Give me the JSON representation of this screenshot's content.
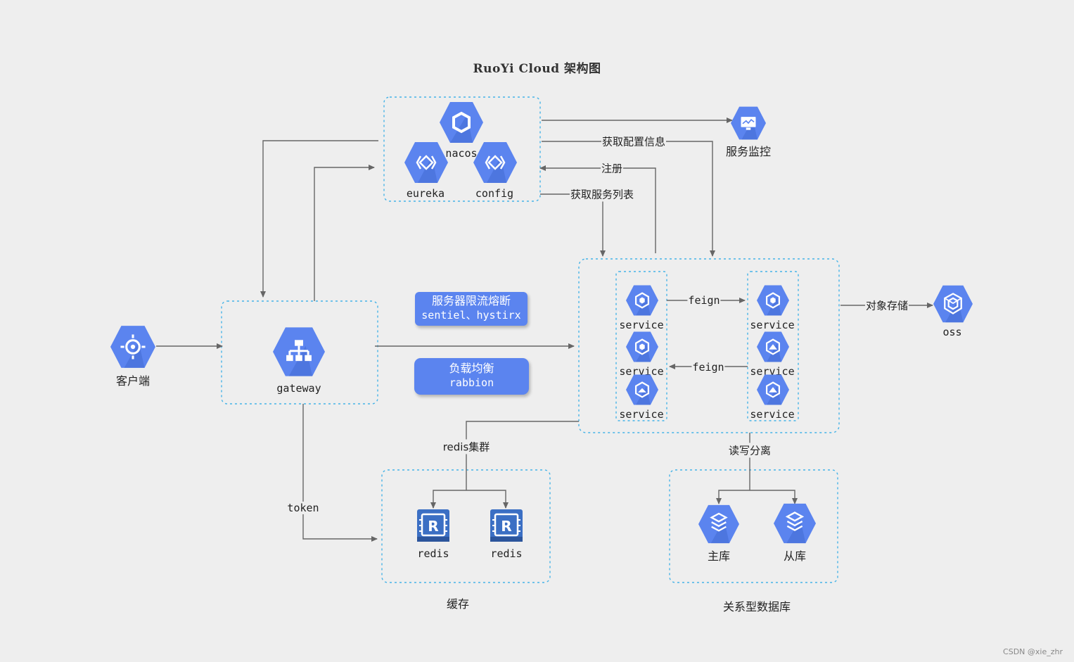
{
  "title": "RuoYi Cloud 架构图",
  "nodes": {
    "client": "客户端",
    "gateway": "gateway",
    "nacos": "nacos",
    "eureka": "eureka",
    "config": "config",
    "monitor": "服务监控",
    "service": "service",
    "oss": "oss",
    "redis": "redis",
    "master_db": "主库",
    "slave_db": "从库"
  },
  "badges": {
    "limit_title": "服务器限流熔断",
    "limit_sub": "sentiel、hystirx",
    "lb_title": "负载均衡",
    "lb_sub": "rabbion"
  },
  "edges": {
    "get_config": "获取配置信息",
    "register": "注册",
    "get_service_list": "获取服务列表",
    "feign": "feign",
    "object_storage": "对象存储",
    "redis_cluster": "redis集群",
    "token": "token",
    "read_write_split": "读写分离"
  },
  "groups": {
    "cache": "缓存",
    "relational_db": "关系型数据库"
  },
  "watermark": "CSDN @xie_zhr",
  "colors": {
    "icon_fill": "#5b84ef",
    "icon_shadow": "#3f67cf",
    "group_border": "#45b3e7",
    "connector": "#666666",
    "redis_fill": "#3b6fc4"
  }
}
